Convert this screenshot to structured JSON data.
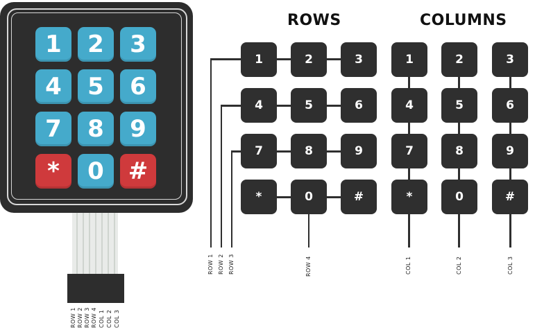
{
  "keypad": {
    "keys": [
      "1",
      "2",
      "3",
      "4",
      "5",
      "6",
      "7",
      "8",
      "9",
      "*",
      "0",
      "#"
    ],
    "pin_labels": [
      "ROW 1",
      "ROW 2",
      "ROW 3",
      "ROW 4",
      "COL 1",
      "COL 2",
      "COL 3"
    ],
    "colors": {
      "body": "#2d2d2d",
      "digit_key": "#45aacb",
      "symbol_key": "#cf3a3c",
      "ribbon": "#e9ebe9"
    }
  },
  "rows_diagram": {
    "heading": "ROWS",
    "keys": [
      "1",
      "2",
      "3",
      "4",
      "5",
      "6",
      "7",
      "8",
      "9",
      "*",
      "0",
      "#"
    ],
    "wire_labels": [
      "ROW 1",
      "ROW 2",
      "ROW 3",
      "ROW 4"
    ]
  },
  "columns_diagram": {
    "heading": "COLUMNS",
    "keys": [
      "1",
      "2",
      "3",
      "4",
      "5",
      "6",
      "7",
      "8",
      "9",
      "*",
      "0",
      "#"
    ],
    "wire_labels": [
      "COL 1",
      "COL 2",
      "COL 3"
    ]
  }
}
